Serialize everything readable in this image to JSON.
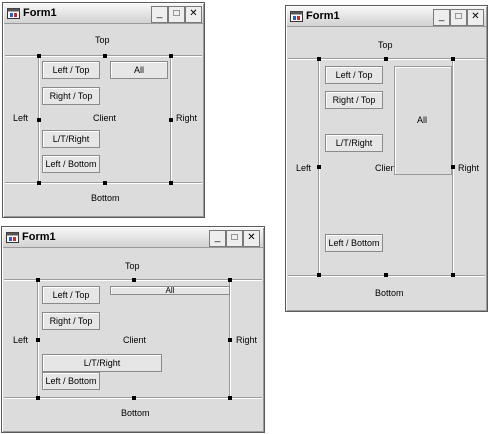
{
  "window_title": "Form1",
  "controls": {
    "minimize": "_",
    "maximize": "□",
    "close": "✕"
  },
  "regions": {
    "top": "Top",
    "bottom": "Bottom",
    "left": "Left",
    "right": "Right",
    "client": "Client"
  },
  "client_cut": "Clien",
  "buttons": {
    "left_top": "Left / Top",
    "right_top": "Right / Top",
    "lt_right": "L/T/Right",
    "left_bottom": "Left / Bottom",
    "all": "All"
  },
  "icons": {
    "app": "form-designer-icon"
  }
}
